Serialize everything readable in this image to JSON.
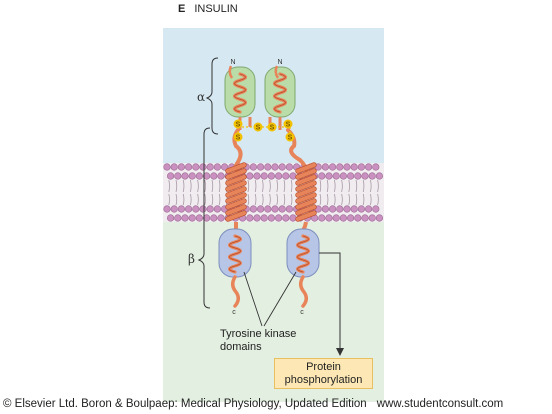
{
  "panel": {
    "letter": "E",
    "title": "INSULIN"
  },
  "labels": {
    "alpha": "α",
    "beta": "β",
    "n_terminus": "N",
    "c_terminus": "c",
    "sulfur": "S",
    "kinase_line1": "Tyrosine kinase",
    "kinase_line2": "domains",
    "output_line1": "Protein",
    "output_line2": "phosphorylation"
  },
  "footer": {
    "credit": "© Elsevier Ltd. Boron & Boulpaep: Medical Physiology, Updated Edition",
    "url": "www.studentconsult.com"
  },
  "colors": {
    "extracellular_bg": "#d6e8f2",
    "intracellular_bg": "#e3efe0",
    "alpha_domain": "#b9dca8",
    "kinase_domain": "#b7c5e6",
    "chain": "#e8845a",
    "chain_dark": "#b84e2e",
    "lipid_head": "#c990c0",
    "disulfide": "#f2c200",
    "output_box": "#fde8b5"
  }
}
